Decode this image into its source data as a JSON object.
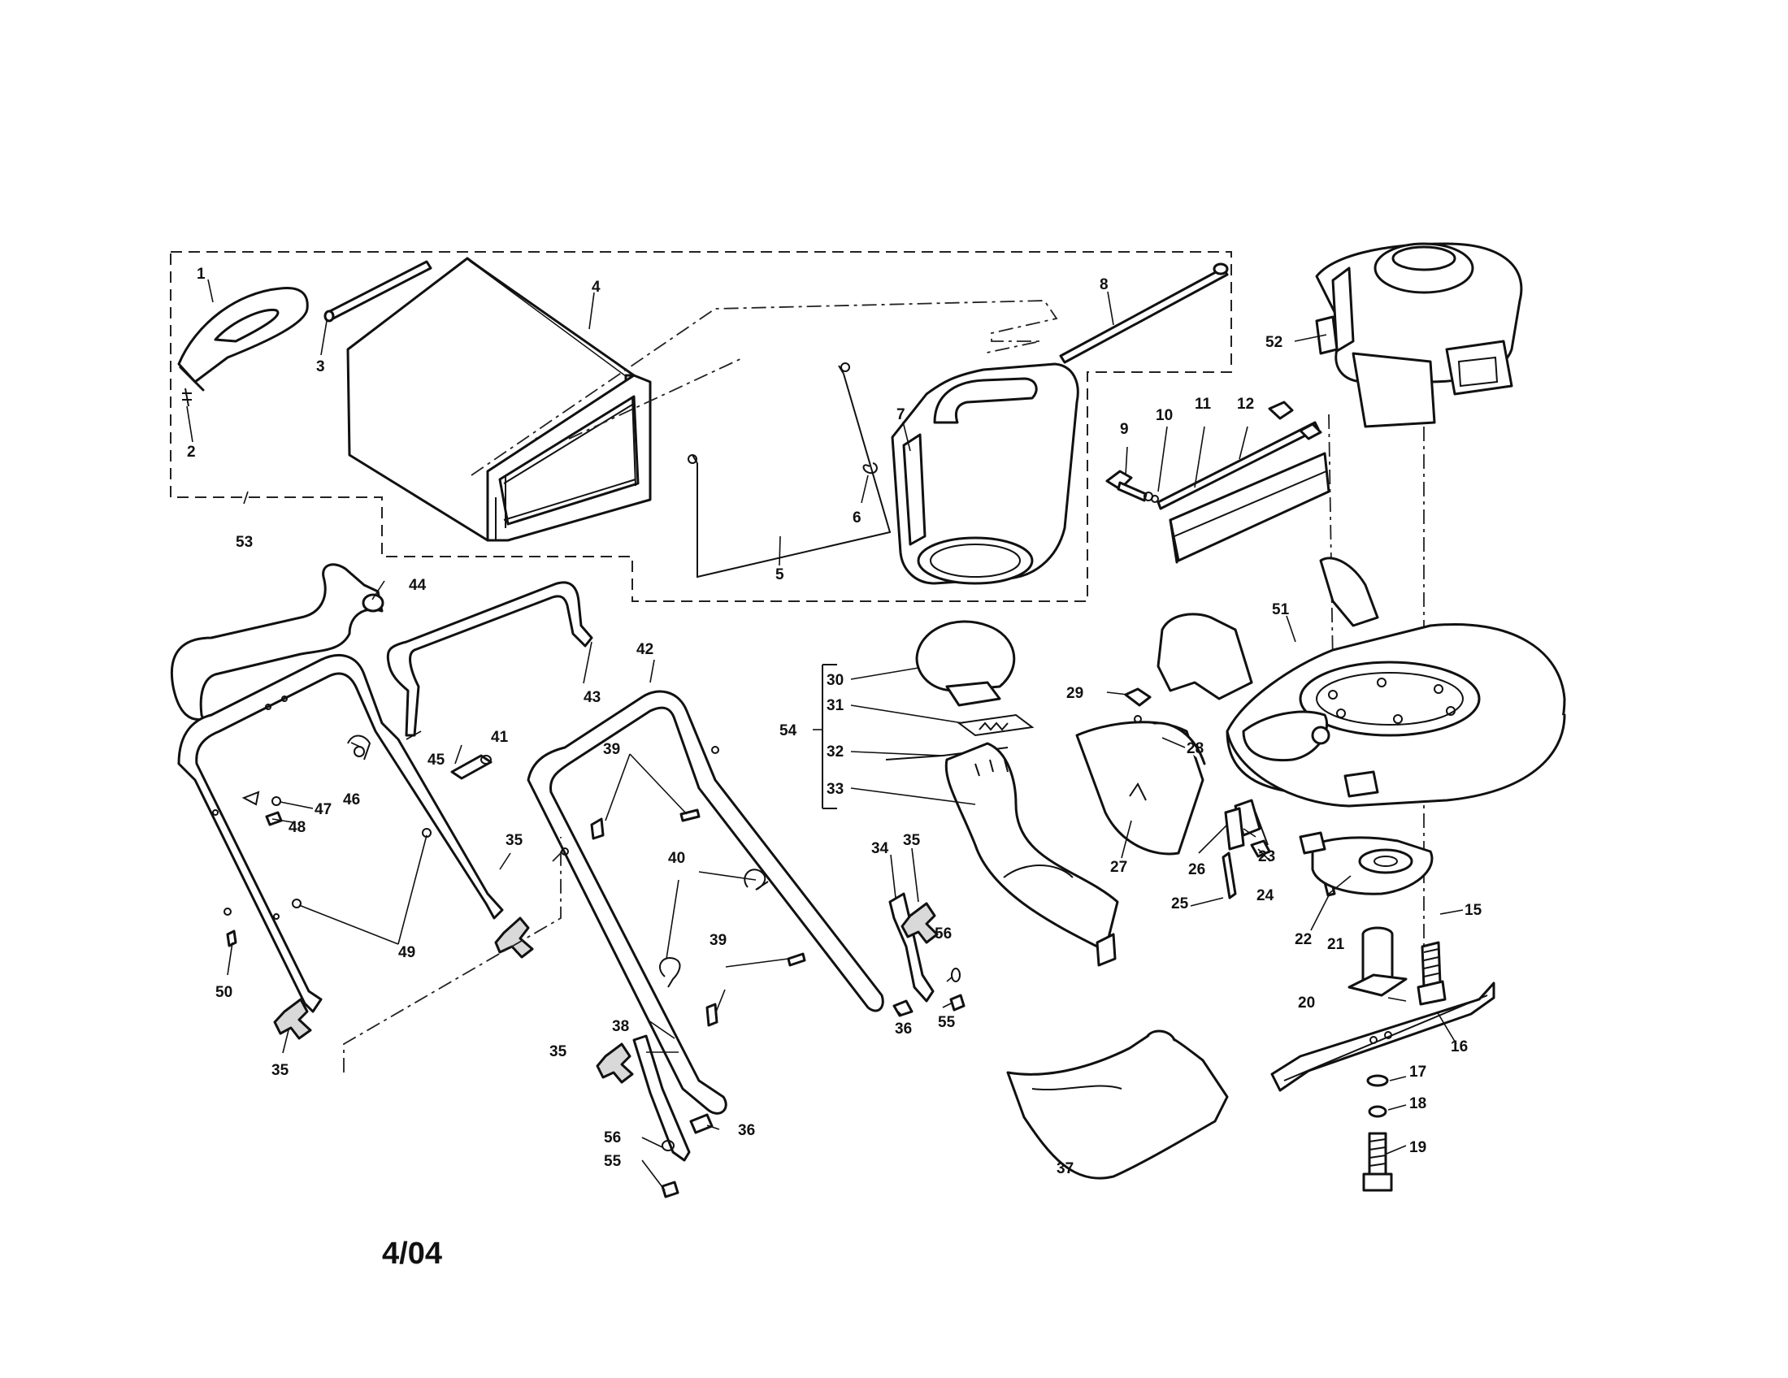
{
  "diagram": {
    "date_code": "4/04",
    "callouts": {
      "c1": "1",
      "c2": "2",
      "c3": "3",
      "c4": "4",
      "c5": "5",
      "c6": "6",
      "c7": "7",
      "c8": "8",
      "c9": "9",
      "c10": "10",
      "c11": "11",
      "c12": "12",
      "c15": "15",
      "c16": "16",
      "c17": "17",
      "c18": "18",
      "c19": "19",
      "c20": "20",
      "c21": "21",
      "c22": "22",
      "c23": "23",
      "c24": "24",
      "c25": "25",
      "c26": "26",
      "c27": "27",
      "c28": "28",
      "c29": "29",
      "c30": "30",
      "c31": "31",
      "c32": "32",
      "c33": "33",
      "c34": "34",
      "c35": "35",
      "c36": "36",
      "c37": "37",
      "c38": "38",
      "c39": "39",
      "c40": "40",
      "c41": "41",
      "c42": "42",
      "c43": "43",
      "c44": "44",
      "c45": "45",
      "c46": "46",
      "c47": "47",
      "c48": "48",
      "c49": "49",
      "c50": "50",
      "c51": "51",
      "c52": "52",
      "c53": "53",
      "c54": "54",
      "c55": "55",
      "c56": "56"
    }
  }
}
